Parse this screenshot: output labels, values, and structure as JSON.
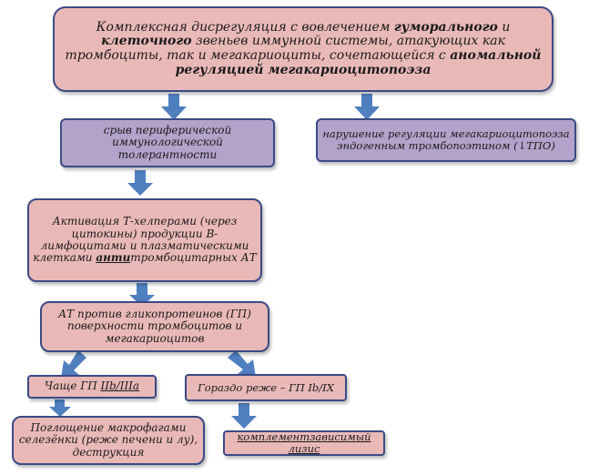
{
  "boxes": {
    "top": {
      "p1": "Комплексная дисрегуляция с вовлечением ",
      "b1": "гуморального",
      "p2": " и ",
      "b2": "клеточного",
      "p3": " звеньев иммунной системы, атакующих как тромбоциты, так и мегакариоциты, сочетающейся с ",
      "b3": "аномальной регуляцией мегакариоцитопоэза"
    },
    "tolerance": "срыв периферической иммунологической толерантности",
    "regulation": "нарушение регуляции мегакариоцитопоэза эндогенным тромбопоэтином (↓ТПО)",
    "activation": {
      "p1": "Активация  Т-хелперами (через цитокины)  продукции В-лимфоцитами и плазматическими клетками ",
      "u1": "анти",
      "p2": "тромбоцитарных АТ"
    },
    "antibodies": "АТ против гликопротеинов (ГП) поверхности тромбоцитов и мегакариоцитов",
    "often": {
      "p1": "Чаще ГП ",
      "u1": "IIb/IIIa"
    },
    "rarely": "Гораздо реже – ГП Ib/IX",
    "phagocytosis": "Поглощение макрофагами селезёнки (реже печени и лу), деструкция",
    "lysis": "комплементзависимый лизис"
  },
  "colors": {
    "pink_fill": "#e9b9b8",
    "violet_fill": "#b3a2c9",
    "border": "#3b4a86",
    "arrow": "#4f7fbf"
  }
}
